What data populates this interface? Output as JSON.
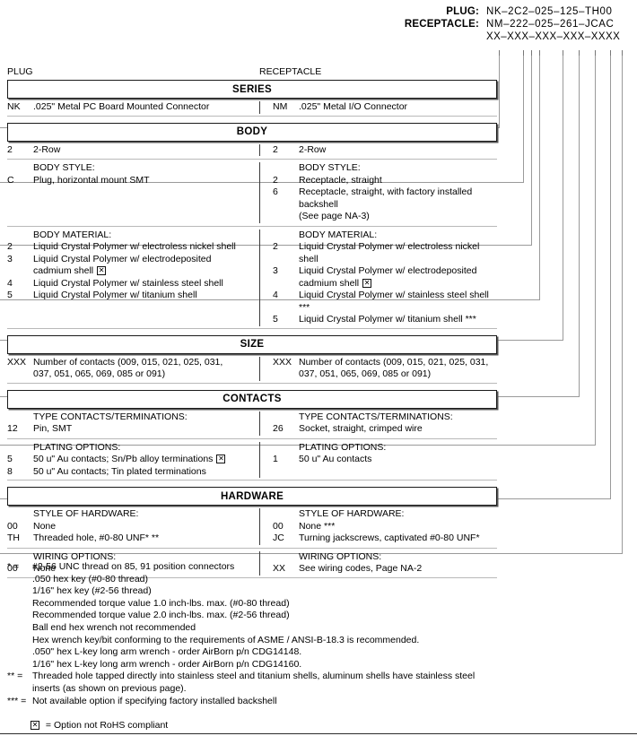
{
  "header": {
    "plug_label": "PLUG:",
    "plug_value": "NK–2C2–025–125–TH00",
    "receptacle_label": "RECEPTACLE:",
    "receptacle_value": "NM–222–025–261–JCAC",
    "mask_value": "XX–XXX–XXX–XXX–XXXX"
  },
  "columns": {
    "left": "PLUG",
    "right": "RECEPTACLE"
  },
  "sections": [
    {
      "title": "SERIES",
      "groups": [
        {
          "heading_left": "",
          "heading_right": "",
          "left": [
            {
              "code": "NK",
              "text": ".025\" Metal PC Board Mounted Connector"
            }
          ],
          "right": [
            {
              "code": "NM",
              "text": ".025\" Metal I/O Connector"
            }
          ]
        }
      ]
    },
    {
      "title": "BODY",
      "groups": [
        {
          "heading_left": "",
          "heading_right": "",
          "left": [
            {
              "code": "2",
              "text": "2-Row"
            }
          ],
          "right": [
            {
              "code": "2",
              "text": "2-Row"
            }
          ]
        },
        {
          "heading_left": "BODY STYLE:",
          "heading_right": "BODY STYLE:",
          "left": [
            {
              "code": "C",
              "text": "Plug, horizontal mount SMT"
            }
          ],
          "right": [
            {
              "code": "2",
              "text": "Receptacle, straight"
            },
            {
              "code": "6",
              "text": "Receptacle, straight, with factory installed backshell",
              "cont": "(See page NA-3)"
            }
          ]
        },
        {
          "heading_left": "BODY MATERIAL:",
          "heading_right": "BODY MATERIAL:",
          "left": [
            {
              "code": "2",
              "text": "Liquid Crystal Polymer w/ electroless nickel shell"
            },
            {
              "code": "3",
              "text": "Liquid Crystal Polymer w/ electrodeposited",
              "cont": "cadmium shell",
              "cont_xbox": true
            },
            {
              "code": "4",
              "text": "Liquid Crystal Polymer w/ stainless steel shell"
            },
            {
              "code": "5",
              "text": "Liquid Crystal Polymer w/ titanium shell"
            }
          ],
          "right": [
            {
              "code": "2",
              "text": "Liquid Crystal Polymer w/ electroless nickel shell"
            },
            {
              "code": "3",
              "text": "Liquid Crystal Polymer w/ electrodeposited",
              "cont": "cadmium shell",
              "cont_xbox": true
            },
            {
              "code": "4",
              "text": "Liquid Crystal Polymer w/ stainless steel shell ***"
            },
            {
              "code": "5",
              "text": "Liquid Crystal Polymer w/ titanium shell ***"
            }
          ]
        }
      ]
    },
    {
      "title": "SIZE",
      "groups": [
        {
          "heading_left": "",
          "heading_right": "",
          "left": [
            {
              "code": "XXX",
              "text": "Number of contacts (009, 015, 021, 025, 031,",
              "cont": "037, 051, 065, 069, 085 or 091)"
            }
          ],
          "right": [
            {
              "code": "XXX",
              "text": "Number of contacts (009, 015, 021, 025, 031,",
              "cont": "037, 051, 065, 069, 085 or 091)"
            }
          ]
        }
      ]
    },
    {
      "title": "CONTACTS",
      "groups": [
        {
          "heading_left": "TYPE CONTACTS/TERMINATIONS:",
          "heading_right": "TYPE CONTACTS/TERMINATIONS:",
          "left": [
            {
              "code": "12",
              "text": "Pin, SMT"
            }
          ],
          "right": [
            {
              "code": "26",
              "text": "Socket, straight, crimped wire"
            }
          ]
        },
        {
          "heading_left": "PLATING OPTIONS:",
          "heading_right": "PLATING OPTIONS:",
          "left": [
            {
              "code": "5",
              "text": "50 u\" Au contacts; Sn/Pb alloy terminations",
              "xbox": true
            },
            {
              "code": "8",
              "text": "50 u\" Au contacts; Tin plated terminations"
            }
          ],
          "right": [
            {
              "code": "1",
              "text": "50 u\" Au contacts"
            }
          ]
        }
      ]
    },
    {
      "title": "HARDWARE",
      "groups": [
        {
          "heading_left": "STYLE OF HARDWARE:",
          "heading_right": "STYLE OF HARDWARE:",
          "left": [
            {
              "code": "00",
              "text": "None"
            },
            {
              "code": "TH",
              "text": "Threaded hole, #0-80 UNF*  **"
            }
          ],
          "right": [
            {
              "code": "00",
              "text": "None  ***"
            },
            {
              "code": "JC",
              "text": "Turning jackscrews, captivated #0-80 UNF*"
            }
          ]
        },
        {
          "heading_left": "WIRING OPTIONS:",
          "heading_right": "WIRING OPTIONS:",
          "left": [
            {
              "code": "00",
              "text": "None"
            }
          ],
          "right": [
            {
              "code": "XX",
              "text": "See wiring codes, Page NA-2"
            }
          ]
        }
      ]
    }
  ],
  "footnotes": [
    {
      "marker": "* =",
      "first": "#2-56 UNC thread on 85, 91 position connectors",
      "lines": [
        ".050 hex key (#0-80 thread)",
        "1/16\" hex key (#2-56 thread)",
        "Recommended torque value 1.0 inch-lbs. max. (#0-80 thread)",
        "Recommended torque value 2.0 inch-lbs. max. (#2-56 thread)",
        "Ball end hex wrench not recommended",
        "Hex wrench key/bit conforming to the requirements of ASME / ANSI-B-18.3 is recommended.",
        ".050\" hex L-key long arm wrench - order AirBorn p/n CDG14148.",
        "1/16\" hex L-key long arm wrench - order AirBorn p/n CDG14160."
      ]
    },
    {
      "marker": "** =",
      "first": "Threaded hole tapped directly into stainless steel and titanium shells, aluminum shells have stainless steel",
      "lines": [
        "inserts (as shown on previous page)."
      ]
    },
    {
      "marker": "*** =",
      "first": "Not available option if specifying factory installed backshell",
      "lines": []
    }
  ],
  "rohs_note": "= Option not RoHS compliant"
}
